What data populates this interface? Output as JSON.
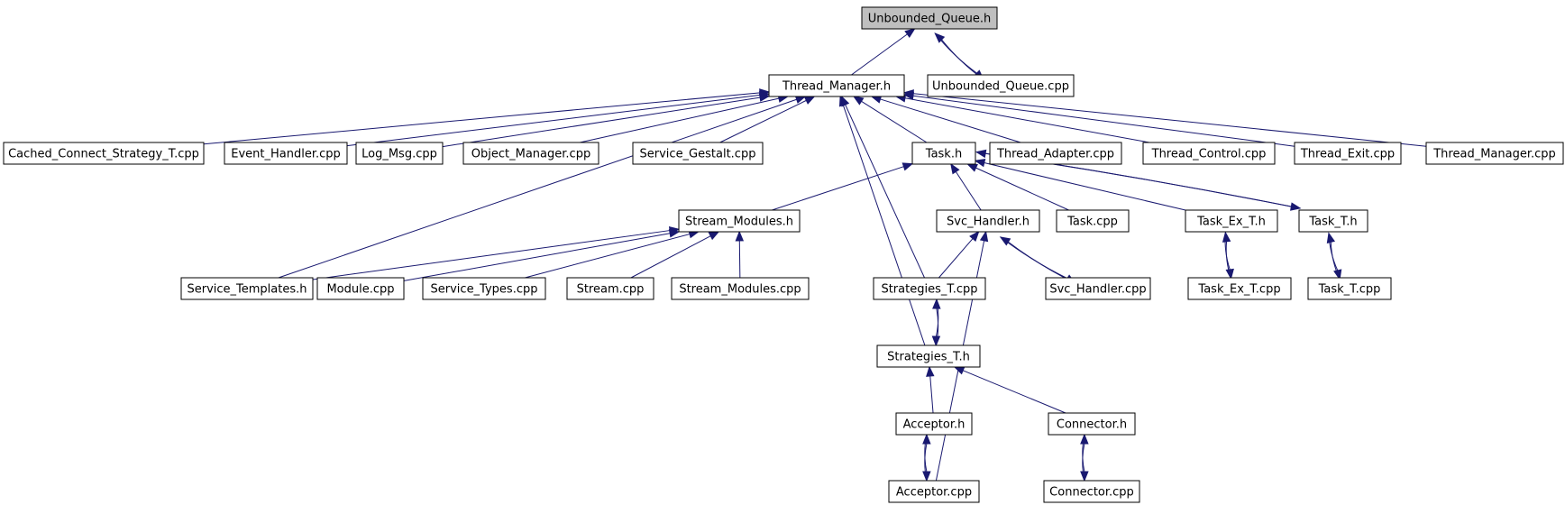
{
  "graph": {
    "colors": {
      "edge": "#191970",
      "root_fill": "#bfbfbf",
      "node_fill": "#ffffff",
      "node_border": "#000000"
    },
    "nodes": [
      {
        "id": "unbounded_queue_h",
        "label": "Unbounded_Queue.h",
        "root": true
      },
      {
        "id": "thread_manager_h",
        "label": "Thread_Manager.h"
      },
      {
        "id": "unbounded_queue_cpp",
        "label": "Unbounded_Queue.cpp"
      },
      {
        "id": "cached_connect_strategy_t_cpp",
        "label": "Cached_Connect_Strategy_T.cpp"
      },
      {
        "id": "event_handler_cpp",
        "label": "Event_Handler.cpp"
      },
      {
        "id": "log_msg_cpp",
        "label": "Log_Msg.cpp"
      },
      {
        "id": "object_manager_cpp",
        "label": "Object_Manager.cpp"
      },
      {
        "id": "service_gestalt_cpp",
        "label": "Service_Gestalt.cpp"
      },
      {
        "id": "task_h",
        "label": "Task.h"
      },
      {
        "id": "thread_adapter_cpp",
        "label": "Thread_Adapter.cpp"
      },
      {
        "id": "thread_control_cpp",
        "label": "Thread_Control.cpp"
      },
      {
        "id": "thread_exit_cpp",
        "label": "Thread_Exit.cpp"
      },
      {
        "id": "thread_manager_cpp",
        "label": "Thread_Manager.cpp"
      },
      {
        "id": "stream_modules_h",
        "label": "Stream_Modules.h"
      },
      {
        "id": "svc_handler_h",
        "label": "Svc_Handler.h"
      },
      {
        "id": "task_cpp",
        "label": "Task.cpp"
      },
      {
        "id": "task_ex_t_h",
        "label": "Task_Ex_T.h"
      },
      {
        "id": "task_t_h",
        "label": "Task_T.h"
      },
      {
        "id": "service_templates_h",
        "label": "Service_Templates.h"
      },
      {
        "id": "module_cpp",
        "label": "Module.cpp"
      },
      {
        "id": "service_types_cpp",
        "label": "Service_Types.cpp"
      },
      {
        "id": "stream_cpp",
        "label": "Stream.cpp"
      },
      {
        "id": "stream_modules_cpp",
        "label": "Stream_Modules.cpp"
      },
      {
        "id": "strategies_t_cpp",
        "label": "Strategies_T.cpp"
      },
      {
        "id": "svc_handler_cpp",
        "label": "Svc_Handler.cpp"
      },
      {
        "id": "task_ex_t_cpp",
        "label": "Task_Ex_T.cpp"
      },
      {
        "id": "task_t_cpp",
        "label": "Task_T.cpp"
      },
      {
        "id": "strategies_t_h",
        "label": "Strategies_T.h"
      },
      {
        "id": "acceptor_h",
        "label": "Acceptor.h"
      },
      {
        "id": "connector_h",
        "label": "Connector.h"
      },
      {
        "id": "acceptor_cpp",
        "label": "Acceptor.cpp"
      },
      {
        "id": "connector_cpp",
        "label": "Connector.cpp"
      }
    ],
    "edges": [
      {
        "from": "thread_manager_h",
        "to": "unbounded_queue_h"
      },
      {
        "from": "unbounded_queue_cpp",
        "to": "unbounded_queue_h"
      },
      {
        "from": "unbounded_queue_h",
        "to": "unbounded_queue_cpp"
      },
      {
        "from": "cached_connect_strategy_t_cpp",
        "to": "thread_manager_h"
      },
      {
        "from": "event_handler_cpp",
        "to": "thread_manager_h"
      },
      {
        "from": "log_msg_cpp",
        "to": "thread_manager_h"
      },
      {
        "from": "object_manager_cpp",
        "to": "thread_manager_h"
      },
      {
        "from": "service_gestalt_cpp",
        "to": "thread_manager_h"
      },
      {
        "from": "task_h",
        "to": "thread_manager_h"
      },
      {
        "from": "thread_adapter_cpp",
        "to": "thread_manager_h"
      },
      {
        "from": "thread_control_cpp",
        "to": "thread_manager_h"
      },
      {
        "from": "thread_exit_cpp",
        "to": "thread_manager_h"
      },
      {
        "from": "thread_manager_cpp",
        "to": "thread_manager_h"
      },
      {
        "from": "service_templates_h",
        "to": "thread_manager_h"
      },
      {
        "from": "strategies_t_h",
        "to": "thread_manager_h"
      },
      {
        "from": "strategies_t_cpp",
        "to": "thread_manager_h"
      },
      {
        "from": "stream_modules_h",
        "to": "task_h"
      },
      {
        "from": "svc_handler_h",
        "to": "task_h"
      },
      {
        "from": "task_cpp",
        "to": "task_h"
      },
      {
        "from": "task_ex_t_h",
        "to": "task_h"
      },
      {
        "from": "task_t_h",
        "to": "task_h"
      },
      {
        "from": "task_h",
        "to": "task_t_h"
      },
      {
        "from": "service_templates_h",
        "to": "stream_modules_h"
      },
      {
        "from": "module_cpp",
        "to": "stream_modules_h"
      },
      {
        "from": "service_types_cpp",
        "to": "stream_modules_h"
      },
      {
        "from": "stream_cpp",
        "to": "stream_modules_h"
      },
      {
        "from": "stream_modules_cpp",
        "to": "stream_modules_h"
      },
      {
        "from": "strategies_t_cpp",
        "to": "svc_handler_h"
      },
      {
        "from": "svc_handler_cpp",
        "to": "svc_handler_h"
      },
      {
        "from": "svc_handler_h",
        "to": "svc_handler_cpp"
      },
      {
        "from": "acceptor_cpp",
        "to": "svc_handler_h"
      },
      {
        "from": "task_ex_t_cpp",
        "to": "task_ex_t_h"
      },
      {
        "from": "task_ex_t_h",
        "to": "task_ex_t_cpp"
      },
      {
        "from": "task_t_cpp",
        "to": "task_t_h"
      },
      {
        "from": "task_t_h",
        "to": "task_t_cpp"
      },
      {
        "from": "strategies_t_h",
        "to": "strategies_t_cpp"
      },
      {
        "from": "strategies_t_cpp",
        "to": "strategies_t_h"
      },
      {
        "from": "acceptor_h",
        "to": "strategies_t_h"
      },
      {
        "from": "connector_h",
        "to": "strategies_t_h"
      },
      {
        "from": "acceptor_cpp",
        "to": "acceptor_h"
      },
      {
        "from": "acceptor_h",
        "to": "acceptor_cpp"
      },
      {
        "from": "connector_cpp",
        "to": "connector_h"
      },
      {
        "from": "connector_h",
        "to": "connector_cpp"
      }
    ]
  }
}
